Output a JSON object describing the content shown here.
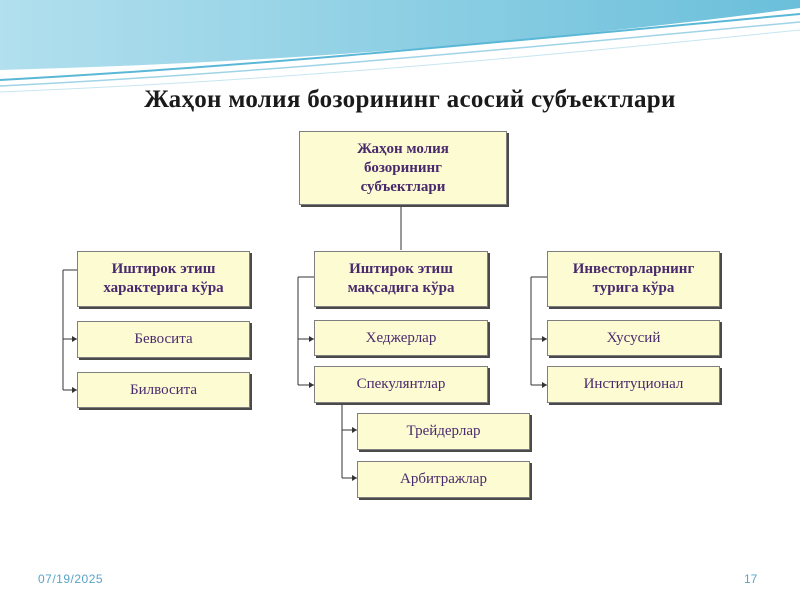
{
  "title": "Жаҳон молия бозорининг асосий субъектлари",
  "root": "Жаҳон молия бозорининг субъектлари",
  "groups": [
    {
      "header": "Иштирок этиш характерига кўра",
      "items": [
        "Бевосита",
        "Билвосита"
      ]
    },
    {
      "header": "Иштирок этиш мақсадига кўра",
      "items": [
        "Хеджерлар",
        "Спекулянтлар"
      ],
      "subitems": [
        "Трейдерлар",
        "Арбитражлар"
      ]
    },
    {
      "header": "Инвесторларнинг турига кўра",
      "items": [
        "Хусусий",
        "Институционал"
      ]
    }
  ],
  "footer": {
    "date": "07/19/2025",
    "page": "17"
  },
  "colors": {
    "box_fill": "#fdfbd2",
    "text": "#4a2a6e",
    "accent": "#5aa3c8"
  }
}
